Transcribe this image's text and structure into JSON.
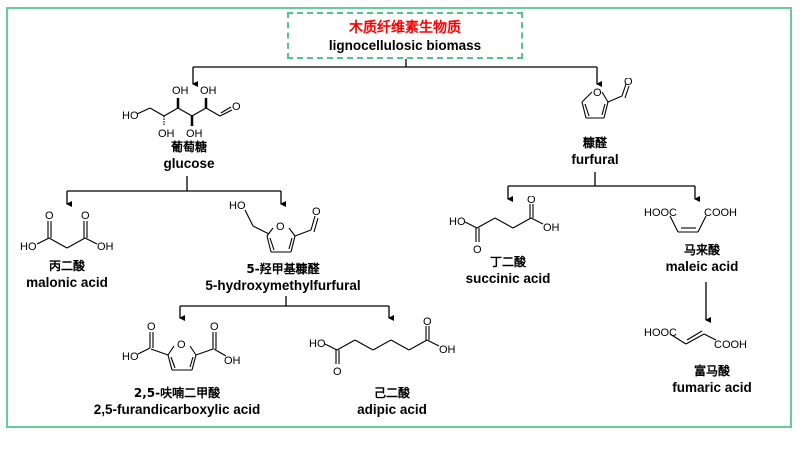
{
  "root": {
    "name_zh": "木质纤维素生物质",
    "name_en": "lignocellulosic biomass",
    "title_color": "#ff0000",
    "border_color": "#55c48a"
  },
  "frame_color": "#66cc99",
  "compounds": {
    "glucose": {
      "name_zh": "葡萄糖",
      "name_en": "glucose",
      "atoms": {
        "oh1": "OH",
        "oh2": "OH",
        "oh3": "OH",
        "oh4": "OH",
        "ho": "HO",
        "o": "O"
      }
    },
    "furfural": {
      "name_zh": "糠醛",
      "name_en": "furfural",
      "atoms": {
        "ring_o": "O",
        "o": "O"
      }
    },
    "malonic_acid": {
      "name_zh": "丙二酸",
      "name_en": "malonic acid",
      "atoms": {
        "o1": "O",
        "o2": "O",
        "ho": "HO",
        "oh": "OH"
      }
    },
    "hmf": {
      "name_zh": "5-羟甲基糠醛",
      "name_en": "5-hydroxymethylfurfural",
      "atoms": {
        "ho": "HO",
        "ring_o": "O",
        "o": "O"
      }
    },
    "succinic_acid": {
      "name_zh": "丁二酸",
      "name_en": "succinic acid",
      "atoms": {
        "ho": "HO",
        "o1": "O",
        "o2": "O",
        "oh": "OH"
      }
    },
    "maleic_acid": {
      "name_zh": "马来酸",
      "name_en": "maleic acid",
      "atoms": {
        "left": "HOOC",
        "right": "COOH"
      }
    },
    "fdca": {
      "name_zh": "2,5-呋喃二甲酸",
      "name_en": "2,5-furandicarboxylic acid",
      "atoms": {
        "o1": "O",
        "o2": "O",
        "ring_o": "O",
        "ho": "HO",
        "oh": "OH"
      }
    },
    "adipic_acid": {
      "name_zh": "己二酸",
      "name_en": "adipic acid",
      "atoms": {
        "ho": "HO",
        "o1": "O",
        "o2": "O",
        "oh": "OH"
      }
    },
    "fumaric_acid": {
      "name_zh": "富马酸",
      "name_en": "fumaric acid",
      "atoms": {
        "left": "HOOC",
        "right": "COOH"
      }
    }
  },
  "relations": [
    {
      "from": "lignocellulosic biomass",
      "to": [
        "glucose",
        "furfural"
      ]
    },
    {
      "from": "glucose",
      "to": [
        "malonic acid",
        "5-hydroxymethylfurfural"
      ]
    },
    {
      "from": "5-hydroxymethylfurfural",
      "to": [
        "2,5-furandicarboxylic acid",
        "adipic acid"
      ]
    },
    {
      "from": "furfural",
      "to": [
        "succinic acid",
        "maleic acid"
      ]
    },
    {
      "from": "maleic acid",
      "to": [
        "fumaric acid"
      ]
    }
  ]
}
